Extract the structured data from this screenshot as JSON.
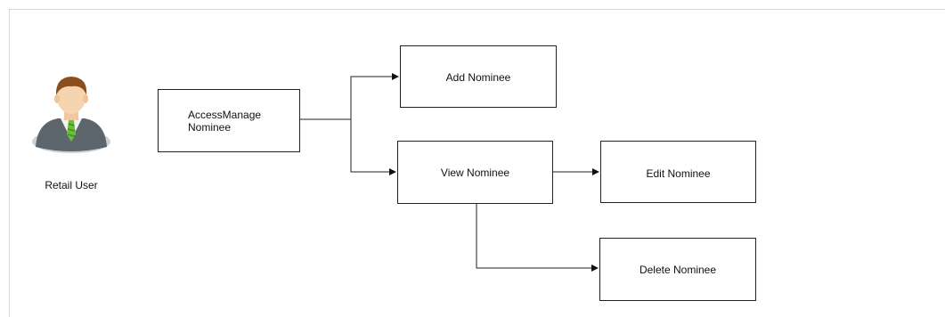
{
  "actor": {
    "label": "Retail User",
    "icon": "user-icon"
  },
  "nodes": {
    "access": "AccessManage\nNominee",
    "add": "Add Nominee",
    "view": "View Nominee",
    "edit": "Edit Nominee",
    "delete": "Delete Nominee"
  },
  "edges": [
    {
      "from": "access",
      "to": "add"
    },
    {
      "from": "access",
      "to": "view"
    },
    {
      "from": "view",
      "to": "edit"
    },
    {
      "from": "view",
      "to": "delete"
    }
  ]
}
